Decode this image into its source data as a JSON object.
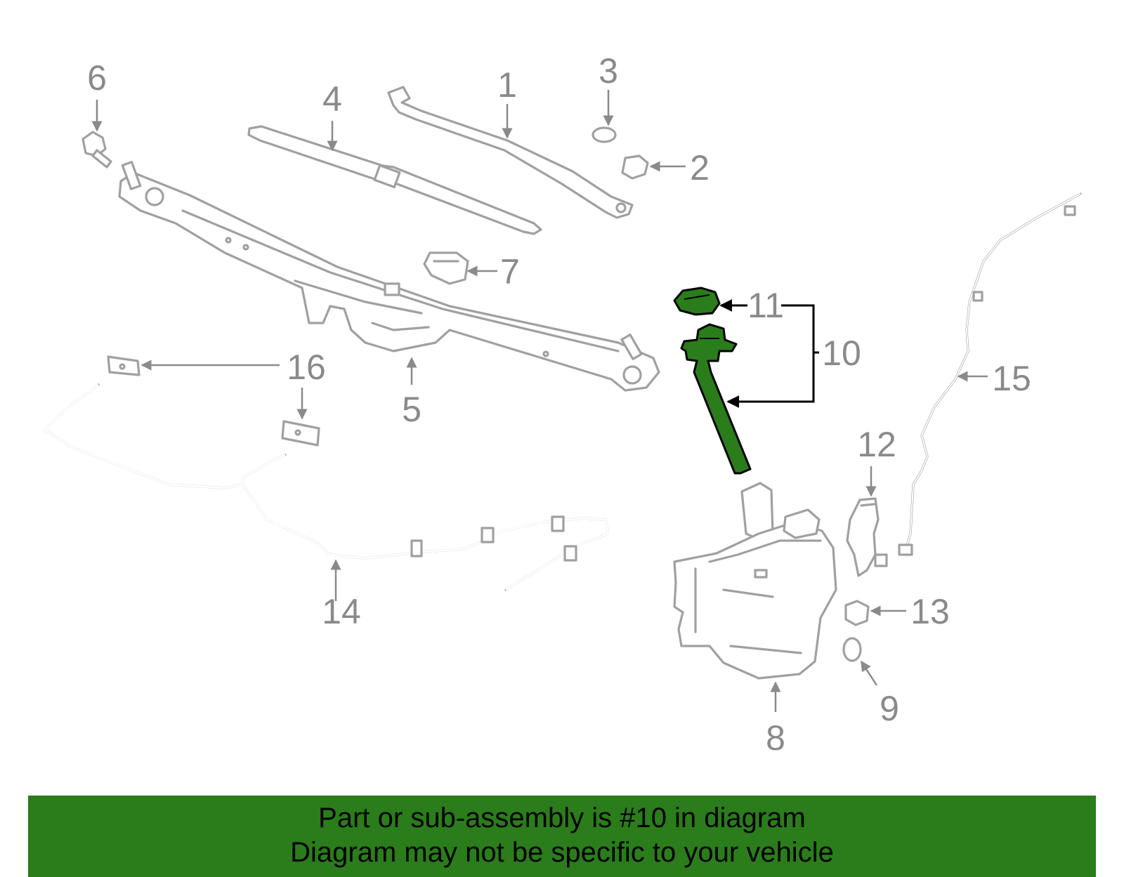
{
  "callouts": {
    "c1": "1",
    "c2": "2",
    "c3": "3",
    "c4": "4",
    "c5": "5",
    "c6": "6",
    "c7": "7",
    "c8": "8",
    "c9": "9",
    "c10": "10",
    "c11": "11",
    "c12": "12",
    "c13": "13",
    "c14": "14",
    "c15": "15",
    "c16": "16"
  },
  "highlight": {
    "callout": "10",
    "color": "#2a7d1a"
  },
  "banner": {
    "line1": "Part or sub-assembly is #10 in diagram",
    "line2": "Diagram may not be specific to your vehicle"
  }
}
